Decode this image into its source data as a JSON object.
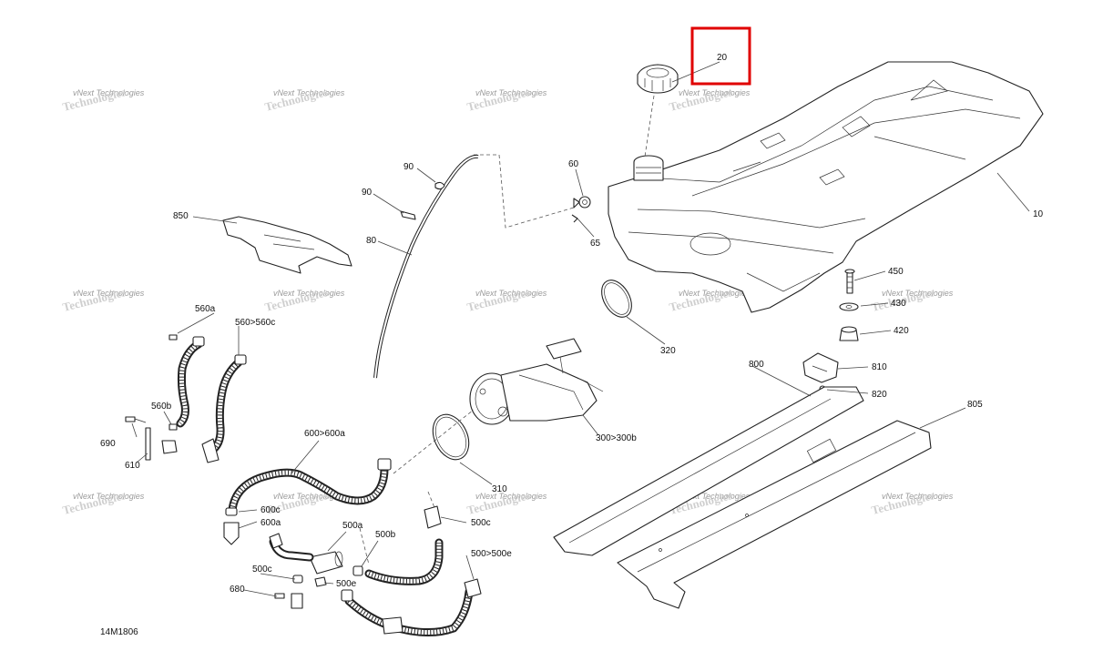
{
  "diagram_code": "14M1806",
  "highlight_label": "20",
  "watermark": {
    "line1": "vNext Technologies",
    "line2": "Technologies"
  },
  "labels": {
    "p10": "10",
    "p20": "20",
    "p60": "60",
    "p65": "65",
    "p80": "80",
    "p90a": "90",
    "p90b": "90",
    "p300": "300>300b",
    "p310": "310",
    "p320": "320",
    "p420": "420",
    "p430": "430",
    "p450": "450",
    "p500": "500>500e",
    "p500a": "500a",
    "p500b": "500b",
    "p500c_r": "500c",
    "p500c_l": "500c",
    "p500e": "500e",
    "p560": "560>560c",
    "p560a": "560a",
    "p560b": "560b",
    "p600": "600>600a",
    "p600a": "600a",
    "p600c": "600c",
    "p610": "610",
    "p680": "680",
    "p690": "690",
    "p800": "800",
    "p805": "805",
    "p810": "810",
    "p820": "820",
    "p850": "850"
  }
}
